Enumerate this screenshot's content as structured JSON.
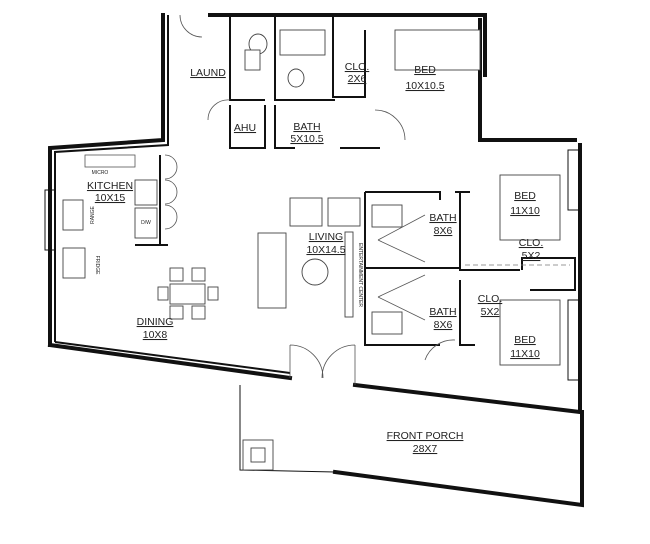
{
  "rooms": {
    "laundry": {
      "name": "LAUND"
    },
    "closet_top": {
      "name": "CLO.",
      "size": "2X6"
    },
    "bed_top": {
      "name": "BED",
      "size": "10X10.5"
    },
    "ahu": {
      "name": "AHU"
    },
    "bath_top": {
      "name": "BATH",
      "size": "5X10.5"
    },
    "kitchen": {
      "name": "KITCHEN",
      "size": "10X15"
    },
    "bed_right_upper": {
      "name": "BED",
      "size": "11X10"
    },
    "bath_upper": {
      "name": "BATH",
      "size": "8X6"
    },
    "living": {
      "name": "LIVING",
      "size": "10X14.5"
    },
    "closet_upper": {
      "name": "CLO.",
      "size": "5X2"
    },
    "closet_lower": {
      "name": "CLO.",
      "size": "5X2"
    },
    "bath_lower": {
      "name": "BATH",
      "size": "8X6"
    },
    "dining": {
      "name": "DINING",
      "size": "10X8"
    },
    "bed_right_lower": {
      "name": "BED",
      "size": "11X10"
    },
    "front_porch": {
      "name": "FRONT PORCH",
      "size": "28X7"
    }
  },
  "fixtures": {
    "micro": "MICRO",
    "range": "RANGE",
    "dishwasher": "D/W",
    "fridge": "FRIDGE",
    "entertainment": "ENTERTAINMENT CENTER"
  }
}
